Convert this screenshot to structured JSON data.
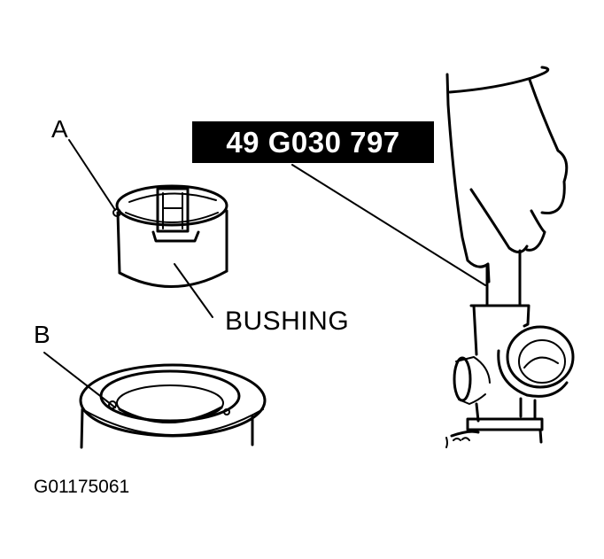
{
  "figure": {
    "id": "G01175061",
    "tool_number": "49 G030 797",
    "labels": {
      "a": "A",
      "b": "B",
      "bushing": "BUSHING"
    },
    "colors": {
      "ink": "#000000",
      "background": "#ffffff",
      "tag_text": "#ffffff"
    }
  }
}
